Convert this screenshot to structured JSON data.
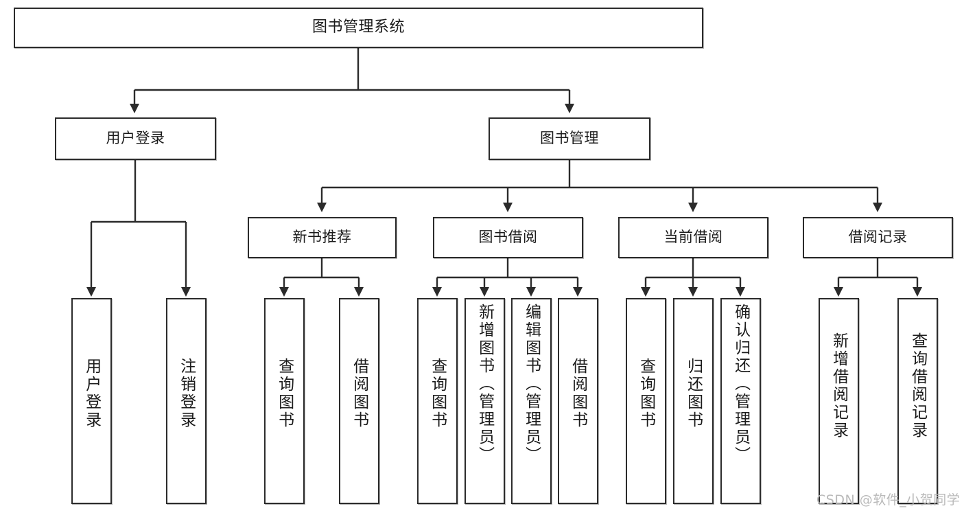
{
  "diagram": {
    "title": "图书管理系统",
    "type": "hierarchy-tree",
    "orientation": "top-down",
    "theme": {
      "background": "#ffffff",
      "node_border": "#2b2b2b",
      "node_fill": "#ffffff",
      "edge_color": "#2b2b2b",
      "text_color": "#1b1b1b",
      "watermark_color": "#b9b9b9"
    },
    "nodes": {
      "root": {
        "label": "图书管理系统",
        "level": 1
      },
      "user_login": {
        "label": "用户登录",
        "level": 2
      },
      "book_manage": {
        "label": "图书管理",
        "level": 2
      },
      "new_book_rec": {
        "label": "新书推荐",
        "level": 3
      },
      "book_borrow": {
        "label": "图书借阅",
        "level": 3
      },
      "current_borrow": {
        "label": "当前借阅",
        "level": 3
      },
      "borrow_record": {
        "label": "借阅记录",
        "level": 3
      },
      "leaf_user_login": {
        "label": "用户登录",
        "level": 4,
        "orientation": "vertical"
      },
      "leaf_logout": {
        "label": "注销登录",
        "level": 4,
        "orientation": "vertical"
      },
      "leaf_query_book_a": {
        "label": "查询图书",
        "level": 4,
        "orientation": "vertical"
      },
      "leaf_borrow_book_a": {
        "label": "借阅图书",
        "level": 4,
        "orientation": "vertical"
      },
      "leaf_query_book_b": {
        "label": "查询图书",
        "level": 4,
        "orientation": "vertical"
      },
      "leaf_add_book": {
        "label": "新增图书（管理员）",
        "level": 4,
        "orientation": "vertical"
      },
      "leaf_edit_book": {
        "label": "编辑图书（管理员）",
        "level": 4,
        "orientation": "vertical"
      },
      "leaf_borrow_book_b": {
        "label": "借阅图书",
        "level": 4,
        "orientation": "vertical"
      },
      "leaf_query_book_c": {
        "label": "查询图书",
        "level": 4,
        "orientation": "vertical"
      },
      "leaf_return_book": {
        "label": "归还图书",
        "level": 4,
        "orientation": "vertical"
      },
      "leaf_confirm_return": {
        "label": "确认归还（管理员）",
        "level": 4,
        "orientation": "vertical"
      },
      "leaf_add_record": {
        "label": "新增借阅记录",
        "level": 4,
        "orientation": "vertical"
      },
      "leaf_query_record": {
        "label": "查询借阅记录",
        "level": 4,
        "orientation": "vertical"
      }
    },
    "edges": [
      {
        "from": "root",
        "to": "user_login"
      },
      {
        "from": "root",
        "to": "book_manage"
      },
      {
        "from": "book_manage",
        "to": "new_book_rec"
      },
      {
        "from": "book_manage",
        "to": "book_borrow"
      },
      {
        "from": "book_manage",
        "to": "current_borrow"
      },
      {
        "from": "book_manage",
        "to": "borrow_record"
      },
      {
        "from": "user_login",
        "to": "leaf_user_login"
      },
      {
        "from": "user_login",
        "to": "leaf_logout"
      },
      {
        "from": "new_book_rec",
        "to": "leaf_query_book_a"
      },
      {
        "from": "new_book_rec",
        "to": "leaf_borrow_book_a"
      },
      {
        "from": "book_borrow",
        "to": "leaf_query_book_b"
      },
      {
        "from": "book_borrow",
        "to": "leaf_add_book"
      },
      {
        "from": "book_borrow",
        "to": "leaf_edit_book"
      },
      {
        "from": "book_borrow",
        "to": "leaf_borrow_book_b"
      },
      {
        "from": "current_borrow",
        "to": "leaf_query_book_c"
      },
      {
        "from": "current_borrow",
        "to": "leaf_return_book"
      },
      {
        "from": "current_borrow",
        "to": "leaf_confirm_return"
      },
      {
        "from": "borrow_record",
        "to": "leaf_add_record"
      },
      {
        "from": "borrow_record",
        "to": "leaf_query_record"
      }
    ]
  },
  "watermark": {
    "text": "CSDN @软件_小贺同学"
  }
}
